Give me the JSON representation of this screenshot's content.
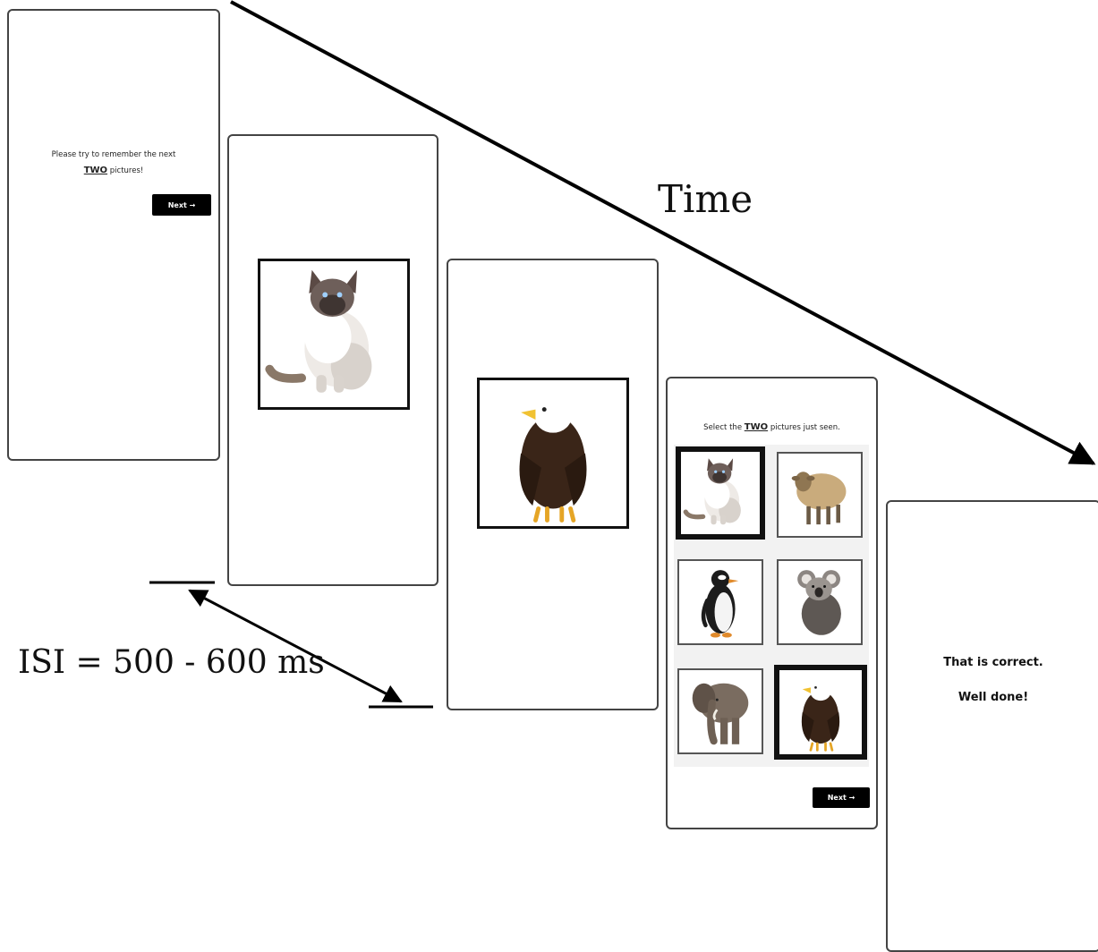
{
  "screen1": {
    "instruction_pre": "Please try to remember the next",
    "instruction_emph": "TWO",
    "instruction_post": "pictures!",
    "next_label": "Next →"
  },
  "screen2": {
    "stimulus": "cat"
  },
  "screen3": {
    "stimulus": "eagle"
  },
  "screen4": {
    "instruction_pre": "Select the",
    "instruction_emph": "TWO",
    "instruction_post": "pictures just seen.",
    "options": [
      {
        "animal": "cat",
        "selected": true
      },
      {
        "animal": "sheep",
        "selected": false
      },
      {
        "animal": "penguin",
        "selected": false
      },
      {
        "animal": "koala",
        "selected": false
      },
      {
        "animal": "elephant",
        "selected": false
      },
      {
        "animal": "eagle",
        "selected": true
      }
    ],
    "next_label": "Next →"
  },
  "screen5": {
    "feedback_line1": "That is correct.",
    "feedback_line2": "Well done!"
  },
  "annotations": {
    "time_label": "Time",
    "isi_label": "ISI = 500 - 600 ms"
  }
}
